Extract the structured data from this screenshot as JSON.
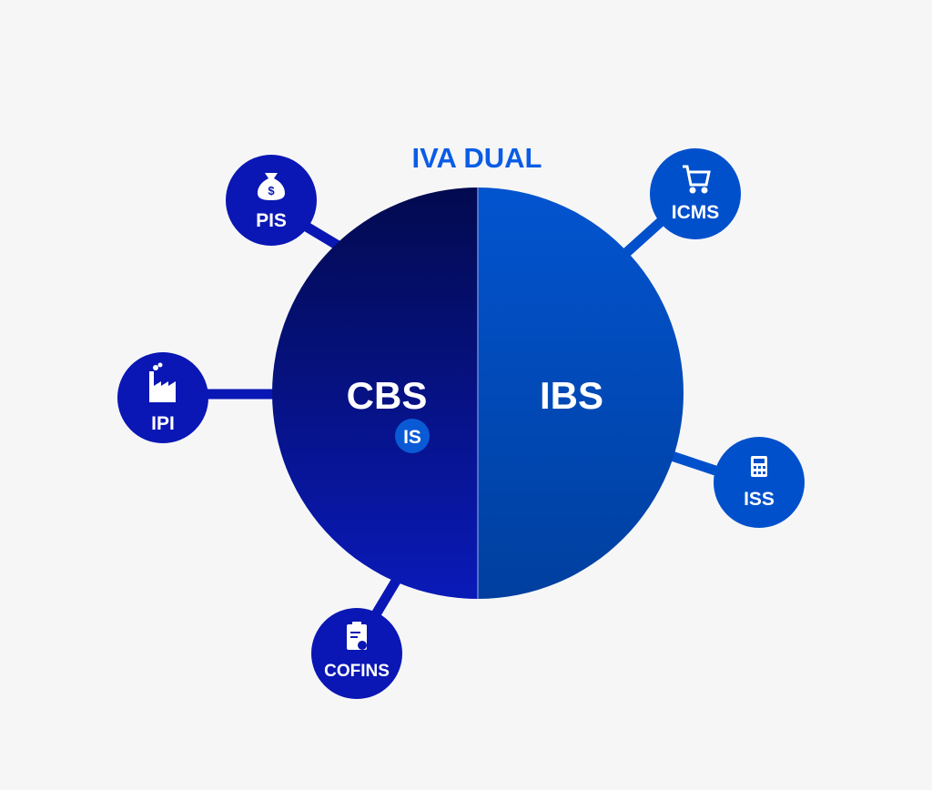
{
  "title": "IVA DUAL",
  "halves": {
    "left": "CBS",
    "right": "IBS"
  },
  "badge": "IS",
  "nodes": {
    "pis": {
      "label": "PIS",
      "icon": "money-bag-icon"
    },
    "ipi": {
      "label": "IPI",
      "icon": "factory-icon"
    },
    "cofins": {
      "label": "COFINS",
      "icon": "clipboard-icon"
    },
    "icms": {
      "label": "ICMS",
      "icon": "shopping-cart-icon"
    },
    "iss": {
      "label": "ISS",
      "icon": "calculator-icon"
    }
  },
  "colors": {
    "title": "#0a5ce6",
    "left_top": "#020a4e",
    "left_bottom": "#0a1ab8",
    "right_top": "#0254cf",
    "right_bottom": "#003f9f",
    "node_left": "#0a17b4",
    "node_right": "#0050cc"
  }
}
